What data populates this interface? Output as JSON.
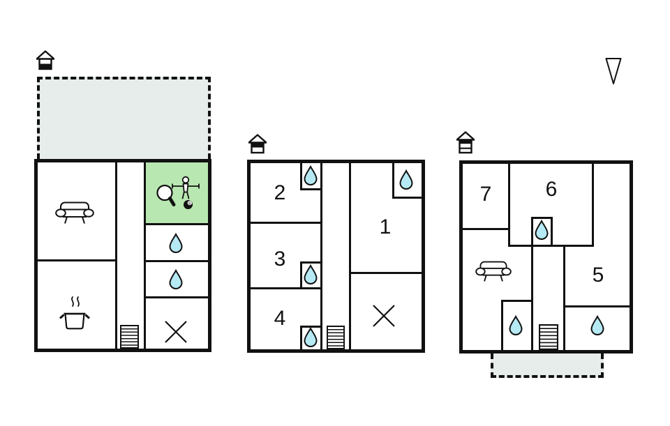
{
  "colors": {
    "wall": "#111111",
    "terrace_fill": "#e7edeb",
    "game_room_fill": "#b9e7b1",
    "water_drop_fill": "#b5e9f4",
    "background": "#ffffff"
  },
  "north_arrow": "downward-triangle-compass-arrow",
  "billiard_ball_number": "8",
  "plans": {
    "ground_floor": {
      "level_icon": "house-ground-floor-highlighted",
      "terrace": "dashed-terrace-top",
      "rooms": {
        "living_room": {
          "icon": "sofa"
        },
        "kitchen": {
          "icon": "cooking-pot"
        },
        "game_room": {
          "icons": [
            "table-tennis-paddle",
            "foosball-player",
            "billiard-8-ball"
          ],
          "fill": "#b9e7b1"
        },
        "bathroom_1": {
          "icon": "water-drop"
        },
        "bathroom_2": {
          "icon": "water-drop"
        },
        "utility": {
          "icon": "x-mark"
        }
      },
      "stairs": "staircase"
    },
    "first_floor": {
      "level_icon": "house-upper-floor-highlighted",
      "rooms": {
        "bedroom_1": {
          "label": "1",
          "ensuite_icon": "water-drop"
        },
        "bedroom_2": {
          "label": "2",
          "ensuite_icon": "water-drop"
        },
        "bedroom_3": {
          "label": "3",
          "ensuite_icon": "water-drop"
        },
        "bedroom_4": {
          "label": "4",
          "ensuite_icon": "water-drop"
        },
        "utility": {
          "icon": "x-mark"
        }
      },
      "stairs": "staircase"
    },
    "top_floor": {
      "level_icon": "house-three-level-top-highlighted",
      "terrace": "dashed-terrace-bottom",
      "rooms": {
        "bedroom_5": {
          "label": "5"
        },
        "bedroom_6": {
          "label": "6"
        },
        "bedroom_7": {
          "label": "7"
        },
        "lounge": {
          "icon": "sofa"
        },
        "bathroom_center": {
          "icon": "water-drop"
        },
        "bathroom_left": {
          "icon": "water-drop"
        },
        "bathroom_right": {
          "icon": "water-drop"
        }
      },
      "stairs": "staircase"
    }
  }
}
